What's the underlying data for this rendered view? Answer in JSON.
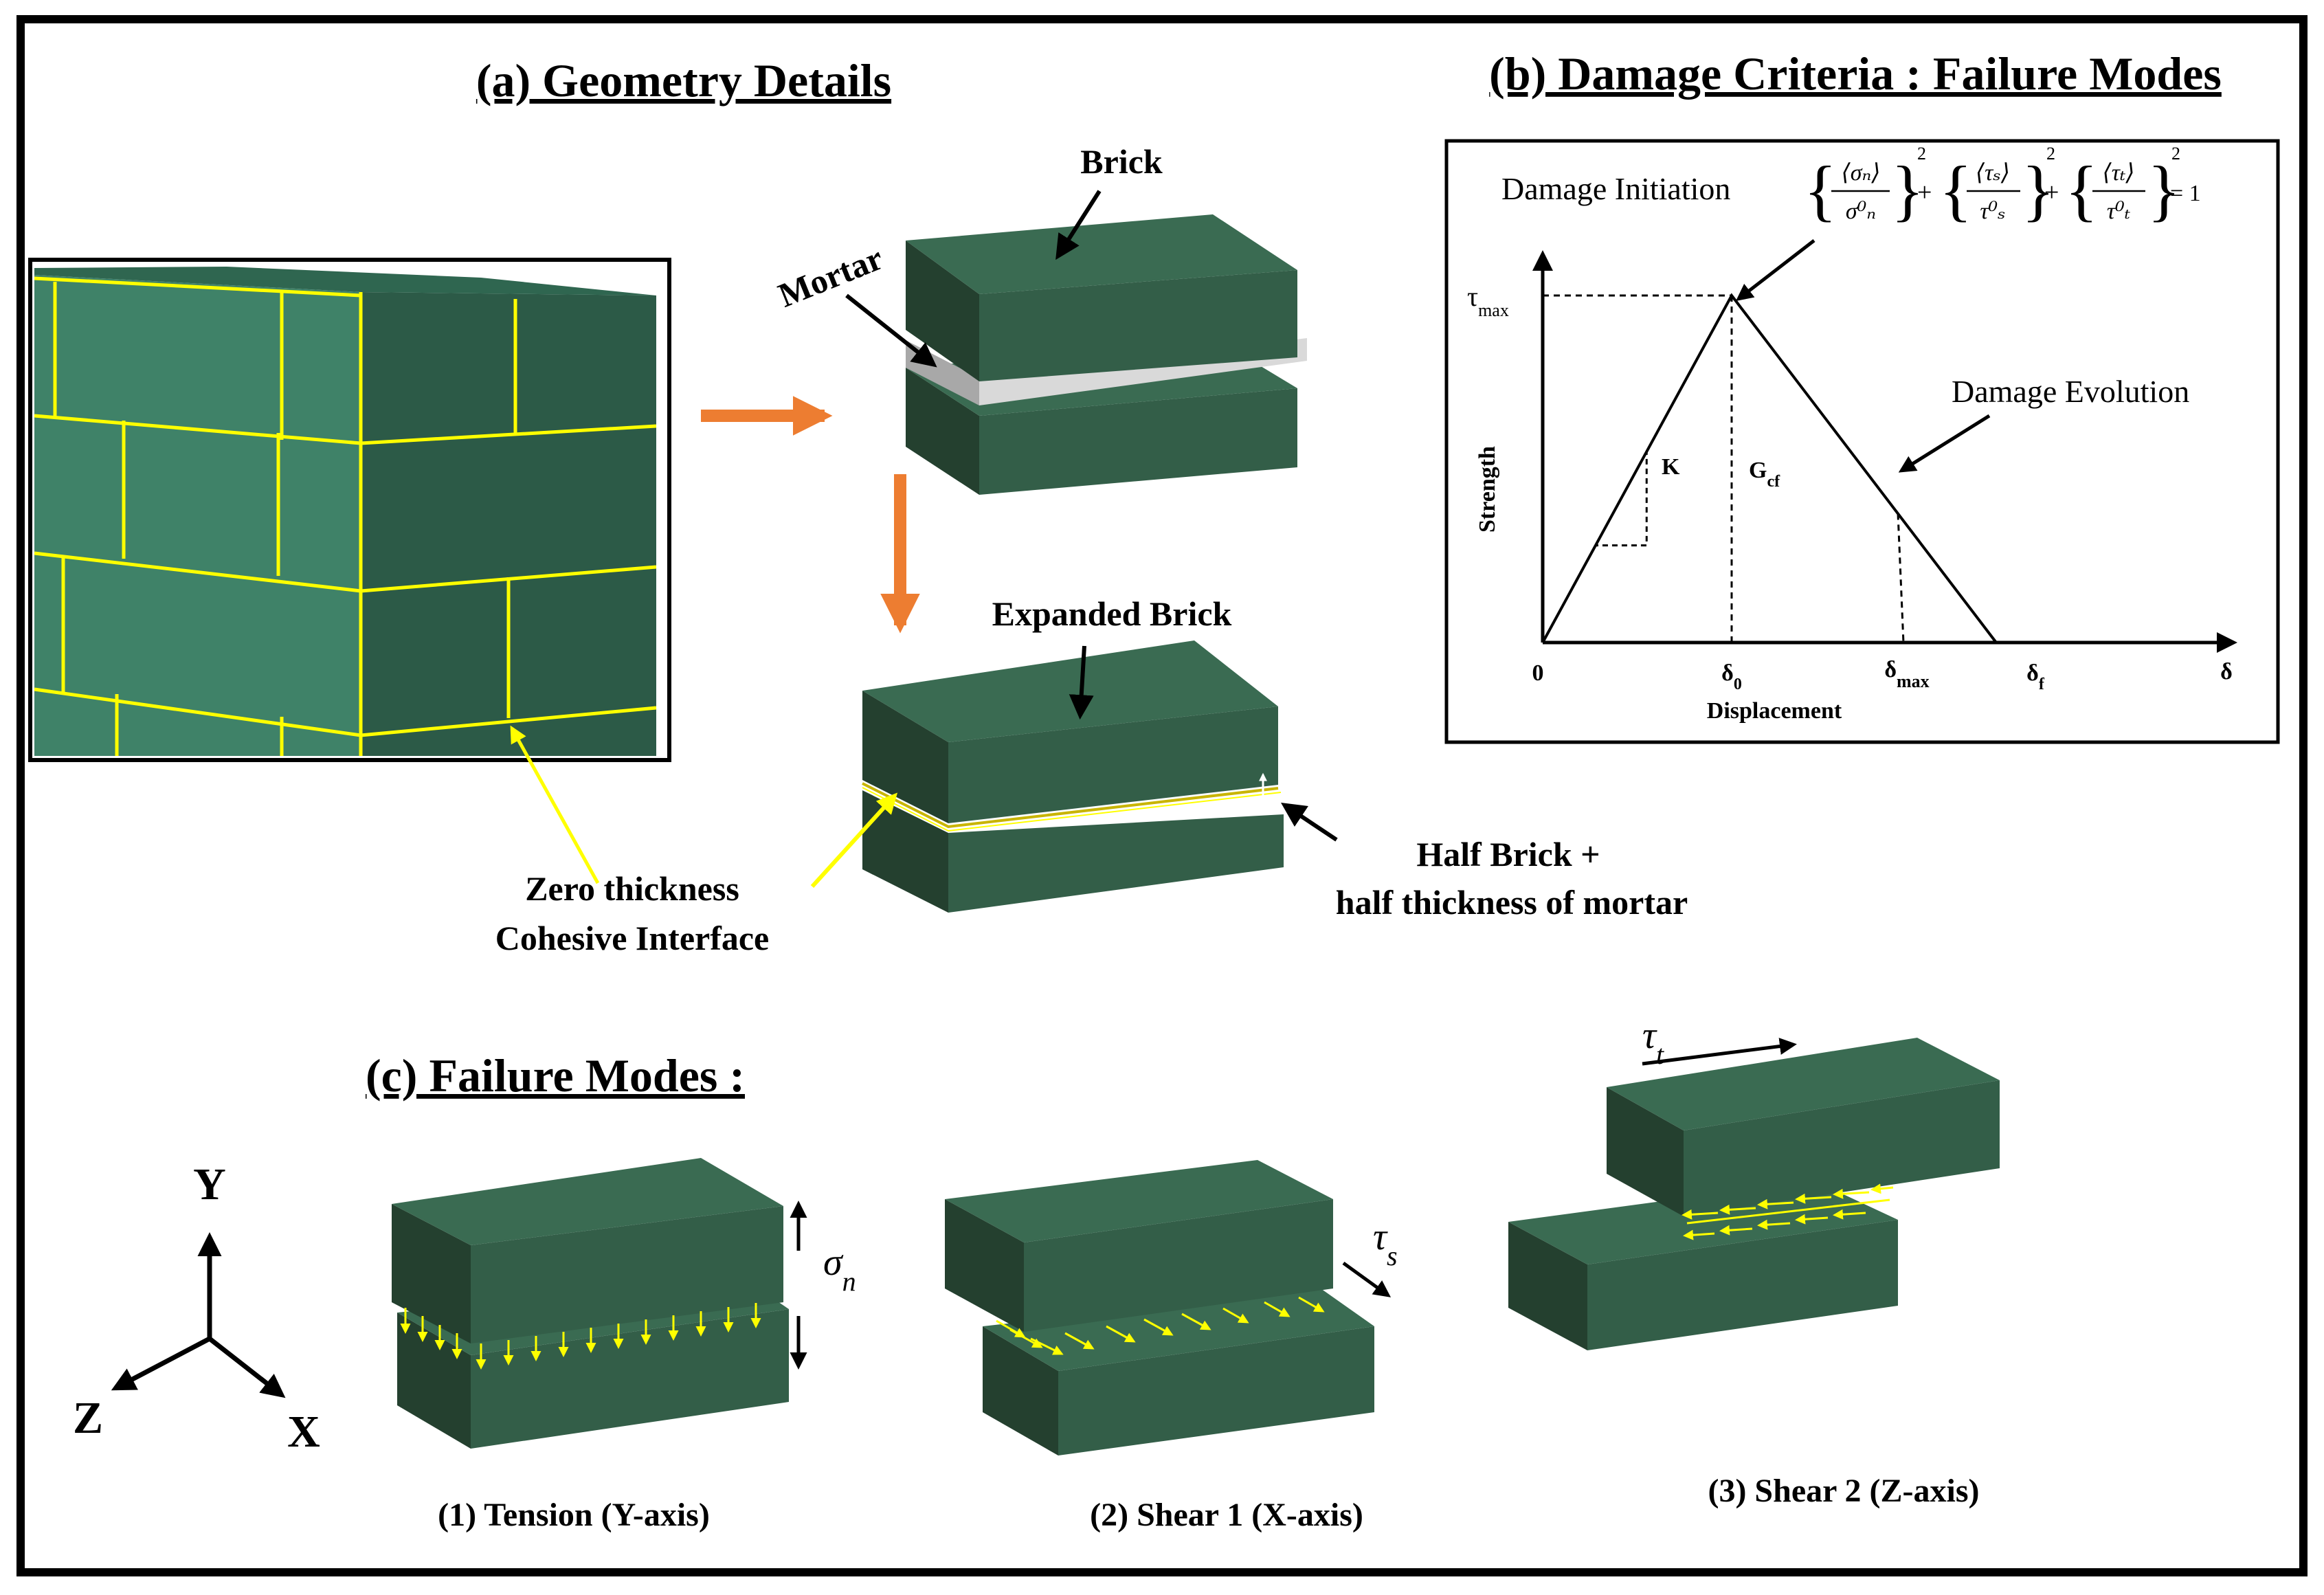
{
  "panel_a": {
    "title": "(a) Geometry Details",
    "label_brick": "Brick",
    "label_mortar": "Mortar",
    "label_expanded": "Expanded Brick",
    "label_zero_1": "Zero thickness",
    "label_zero_2": "Cohesive Interface",
    "label_half_1": "Half Brick +",
    "label_half_2": "half thickness of mortar"
  },
  "panel_b": {
    "title": "(b) Damage Criteria : Failure Modes",
    "damage_initiation": "Damage Initiation",
    "damage_evolution": "Damage Evolution",
    "y_label": "Strength",
    "x_label": "Displacement",
    "tau_max": "τ",
    "tau_max_sub": "max",
    "k_label": "K",
    "g_label": "G",
    "g_sub": "cf",
    "tick_0": "0",
    "tick_d0": "δ",
    "tick_d0_sub": "0",
    "tick_dmax": "δ",
    "tick_dmax_sub": "max",
    "tick_df": "δ",
    "tick_df_sub": "f",
    "tick_d": "δ",
    "eq_plus": "+",
    "eq_equals": "= 1",
    "eq_sq": "2",
    "eq_sigma_n": "⟨σₙ⟩",
    "eq_sigma0_n": "σ⁰ₙ",
    "eq_tau_s": "⟨τₛ⟩",
    "eq_tau0_s": "τ⁰ₛ",
    "eq_tau_t": "⟨τₜ⟩",
    "eq_tau0_t": "τ⁰ₜ"
  },
  "panel_c": {
    "title": "(c) Failure Modes :",
    "axis_y": "Y",
    "axis_z": "Z",
    "axis_x": "X",
    "mode1": "(1) Tension (Y-axis)",
    "mode2": "(2) Shear 1 (X-axis)",
    "mode3": "(3) Shear 2 (Z-axis)",
    "sigma_n": "σ",
    "sigma_n_sub": "n",
    "tau_s": "τ",
    "tau_s_sub": "s",
    "tau_t": "τ",
    "tau_t_sub": "t"
  },
  "colors": {
    "brick_top": "#3a6b52",
    "brick_front": "#335e48",
    "brick_side": "#24402f",
    "mortar": "#d9d9d9",
    "interface_yellow": "#ffff00",
    "arrow_orange": "#ed7d31"
  },
  "chart_data": {
    "type": "line",
    "title": "",
    "xlabel": "Displacement",
    "ylabel": "Strength",
    "x_ticks": [
      "0",
      "δ0",
      "δmax",
      "δf",
      "δ"
    ],
    "y_ticks": [
      "τmax"
    ],
    "series": [
      {
        "values": [
          [
            0,
            0
          ],
          [
            1,
            1
          ],
          [
            2.4,
            0
          ]
        ]
      }
    ],
    "annotations": [
      "Damage Initiation",
      "Damage Evolution",
      "K",
      "Gcf"
    ]
  }
}
